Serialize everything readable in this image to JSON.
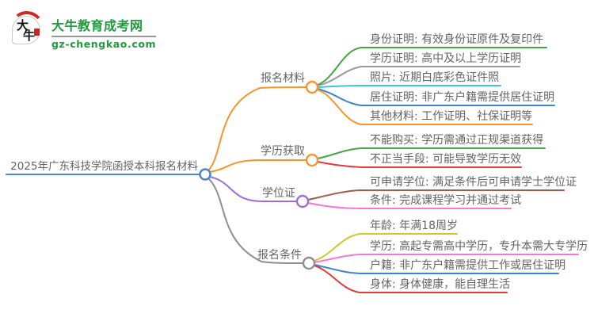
{
  "logo": {
    "title": "大牛教育成考网",
    "domain": "gz-chengkao.com",
    "icon_top": "大",
    "icon_bottom": "牛",
    "brand_color": "#1f9a3d"
  },
  "central": {
    "label": "2025年广东科技学院函授本科报名材料",
    "color": "#4a86c8"
  },
  "branches": [
    {
      "label": "报名材料",
      "color": "#f7942a",
      "leaves": [
        {
          "label": "身份证明: 有效身份证原件及复印件",
          "color": "#43a843"
        },
        {
          "label": "学历证明: 高中及以上学历证明",
          "color": "#9a9a9a"
        },
        {
          "label": "照片: 近期白底彩色证件照",
          "color": "#3ec3e0"
        },
        {
          "label": "居住证明: 非广东户籍需提供居住证明",
          "color": "#3f82cd"
        },
        {
          "label": "其他材料: 工作证明、社保证明等",
          "color": "#f7942a"
        }
      ]
    },
    {
      "label": "学历获取",
      "color": "#f7942a",
      "leaves": [
        {
          "label": "不能购买: 学历需通过正规渠道获得",
          "color": "#43a843"
        },
        {
          "label": "不正当手段: 可能导致学历无效",
          "color": "#e03c3c"
        }
      ]
    },
    {
      "label": "学位证",
      "color": "#9e6ed6",
      "leaves": [
        {
          "label": "可申请学位: 满足条件后可申请学士学位证",
          "color": "#a25b4d"
        },
        {
          "label": "条件: 完成课程学习并通过考试",
          "color": "#f279d5"
        }
      ]
    },
    {
      "label": "报名条件",
      "color": "#8f8f8f",
      "leaves": [
        {
          "label": "年龄: 年满18周岁",
          "color": "#ccc832"
        },
        {
          "label": "学历: 高起专需高中学历，专升本需大专学历",
          "color": "#f279d5"
        },
        {
          "label": "户籍: 非广东户籍需提供工作或居住证明",
          "color": "#3f82cd"
        },
        {
          "label": "身体: 身体健康，能自理生活",
          "color": "#e03c3c"
        }
      ]
    }
  ]
}
